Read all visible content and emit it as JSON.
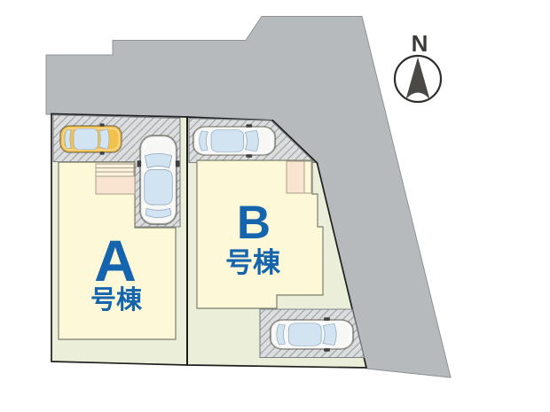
{
  "plan": {
    "title": "site-plan",
    "compass": {
      "label": "N"
    },
    "buildings": [
      {
        "letter": "A",
        "suffix": "号棟"
      },
      {
        "letter": "B",
        "suffix": "号棟"
      }
    ],
    "cars": [
      {
        "name": "yellow-car",
        "color": "#f2c04d"
      },
      {
        "name": "white-car-lot-a",
        "color": "#f7f7f5"
      },
      {
        "name": "white-car-lot-b-top",
        "color": "#f7f7f5"
      },
      {
        "name": "white-car-lot-b-bottom",
        "color": "#f7f7f5"
      }
    ],
    "colors": {
      "road": "#b7babd",
      "lot_ground": "#ebeed8",
      "building": "#fdf8d8",
      "porch": "#f9e4d1",
      "steps": "#fcf1dd",
      "hatch_bg": "#dcddde",
      "hatch_line": "#9aa0a3",
      "label_blue": "#1565ae",
      "glass": "#d2e4f2",
      "compass_dark": "#4b4945"
    }
  }
}
